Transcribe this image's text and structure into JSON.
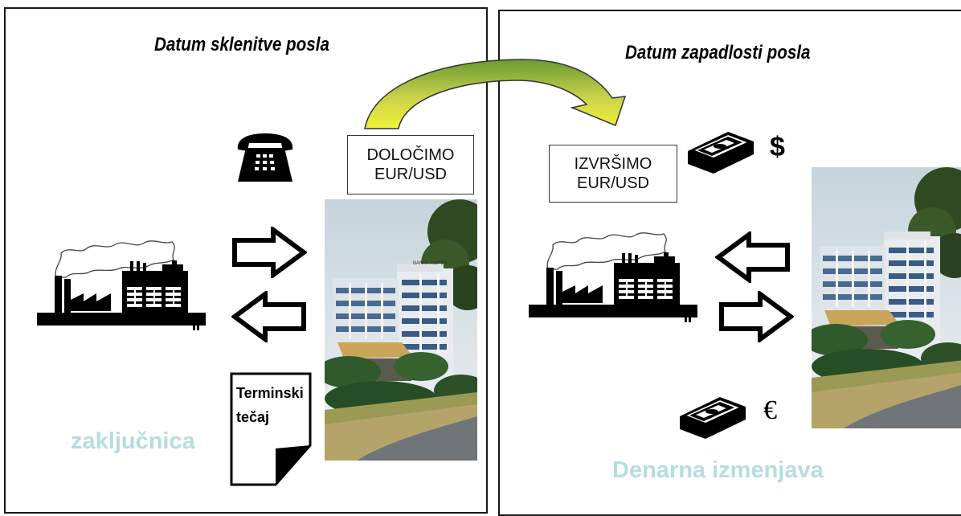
{
  "left": {
    "title": "Datum sklenitve posla",
    "box_lines": [
      "DOLOČIMO",
      "EUR/USD"
    ],
    "note_lines": [
      "Terminski",
      "tečaj"
    ],
    "caption": "zaključnica"
  },
  "right": {
    "title": "Datum zapadlosti posla",
    "box_lines": [
      "IZVRŠIMO",
      "EUR/USD"
    ],
    "currency_top": "$",
    "currency_bottom": "€",
    "caption": "Denarna izmenjava"
  },
  "bank_sign": "BANKA KOPER",
  "colors": {
    "caption": "#b5dde0",
    "arrow_top": "#6a9a32",
    "arrow_bottom": "#f2f23a",
    "border": "#1a1a1a"
  },
  "icons": [
    "telephone-icon",
    "factory-icon",
    "money-bundle-icon",
    "curved-arrow-icon",
    "right-arrow-icon",
    "left-arrow-icon",
    "document-icon",
    "bank-building-photo"
  ]
}
